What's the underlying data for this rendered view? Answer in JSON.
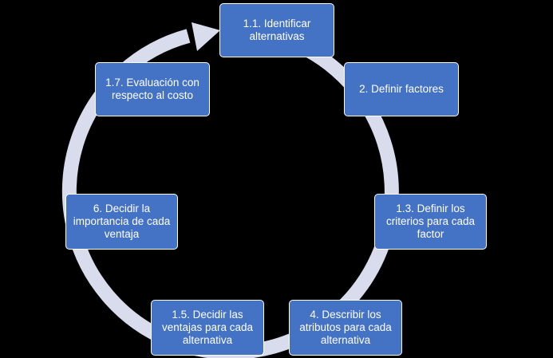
{
  "diagram": {
    "ring_color": "#d9dcec",
    "node_color": "#4472C4",
    "nodes": [
      {
        "label": "1.1. Identificar alternativas"
      },
      {
        "label": "2. Definir factores"
      },
      {
        "label": "1.3. Definir los criterios para cada factor"
      },
      {
        "label": "4. Describir los atributos para cada alternativa"
      },
      {
        "label": "1.5. Decidir las ventajas para cada alternativa"
      },
      {
        "label": "6. Decidir la importancia de cada ventaja"
      },
      {
        "label": "1.7. Evaluación con respecto al costo"
      }
    ]
  }
}
